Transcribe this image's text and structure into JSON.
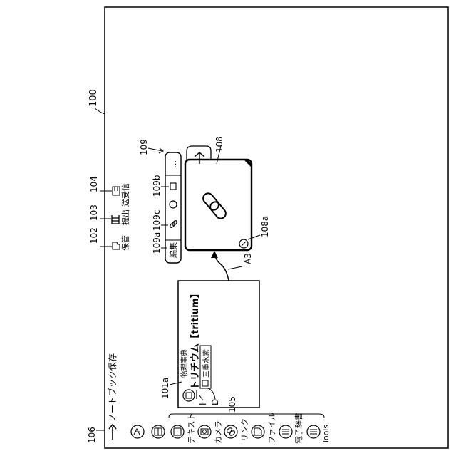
{
  "figure": {
    "device_ref": "100",
    "labels": {
      "save_notebook_ref": "106",
      "content_ref": "101a",
      "cursor_ref": "I",
      "link_mark_ref": "D",
      "toolbar_ref": "105",
      "keep_ref": "102",
      "submit_ref": "103",
      "send_receive_ref": "104",
      "popup_ref": "109",
      "edit_ref": "109a",
      "copy_ref": "109b",
      "link_ref": "109c",
      "card_ref": "108",
      "card_badge_ref": "108a",
      "arrow_ref": "A3"
    },
    "header": {
      "save_notebook": "ノートブック保存"
    },
    "top_actions": {
      "keep": "保管",
      "submit": "提出",
      "send_receive": "送受信"
    },
    "tools": {
      "group_label": "Tools",
      "items": [
        {
          "label": "テキスト",
          "icon": "text-tool-icon"
        },
        {
          "label": "カメラ",
          "icon": "camera-icon"
        },
        {
          "label": "リンク",
          "icon": "link-icon"
        },
        {
          "label": "ファイル",
          "icon": "file-icon"
        },
        {
          "label": "電子辞書",
          "icon": "dictionary-icon"
        }
      ]
    },
    "content": {
      "source": "物理事典",
      "heading": "トリチウム【tritium】",
      "entry": "三重水素"
    },
    "popup": {
      "edit": "編集",
      "more": "…"
    }
  }
}
